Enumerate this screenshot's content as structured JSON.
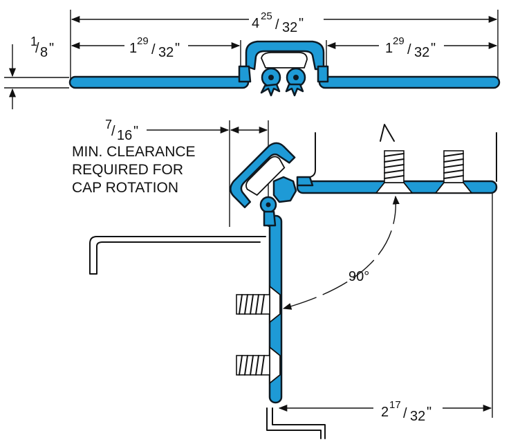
{
  "labels": {
    "overall_width": {
      "whole": "4",
      "num": "25",
      "den": "32",
      "unit": "\""
    },
    "thickness": {
      "whole": "",
      "num": "1",
      "den": "8",
      "unit": "\""
    },
    "left_width": {
      "whole": "1",
      "num": "29",
      "den": "32",
      "unit": "\""
    },
    "right_width": {
      "whole": "1",
      "num": "29",
      "den": "32",
      "unit": "\""
    },
    "clearance": {
      "whole": "",
      "num": "7",
      "den": "16",
      "unit": "\""
    },
    "clearance_note": [
      "MIN. CLEARANCE",
      "REQUIRED FOR",
      "CAP ROTATION"
    ],
    "angle": "90°",
    "bottom_width": {
      "whole": "2",
      "num": "17",
      "den": "32",
      "unit": "\""
    }
  },
  "colors": {
    "profile_fill": "#1e9ad6",
    "outline": "#0d1a24",
    "line": "#111111"
  }
}
